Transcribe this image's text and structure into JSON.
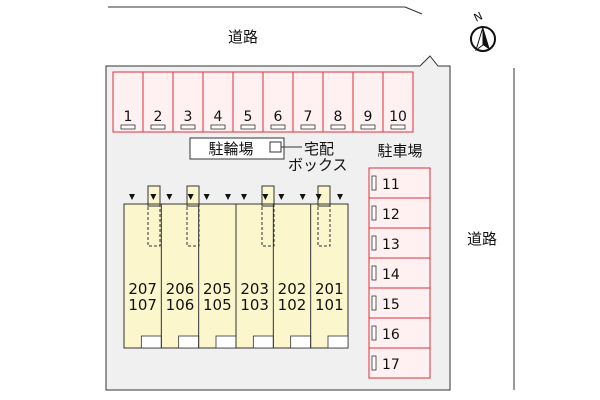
{
  "roads": {
    "top_label": "道路",
    "right_label": "道路"
  },
  "compass": {
    "label": "N",
    "icon": "north-arrow-icon"
  },
  "top_parking": {
    "spaces": [
      "1",
      "2",
      "3",
      "4",
      "5",
      "6",
      "7",
      "8",
      "9",
      "10"
    ]
  },
  "bicycle_parking": {
    "label": "駐輪場"
  },
  "delivery_box": {
    "line1": "宅配",
    "line2": "ボックス"
  },
  "car_parking": {
    "label": "駐車場",
    "spaces": [
      "11",
      "12",
      "13",
      "14",
      "15",
      "16",
      "17"
    ]
  },
  "building": {
    "units": [
      {
        "upper": "207",
        "lower": "107"
      },
      {
        "upper": "206",
        "lower": "106"
      },
      {
        "upper": "205",
        "lower": "105"
      },
      {
        "upper": "203",
        "lower": "103"
      },
      {
        "upper": "202",
        "lower": "102"
      },
      {
        "upper": "201",
        "lower": "101"
      }
    ]
  },
  "colors": {
    "parking_stroke": "#e0303a",
    "parking_fill": "#fff0f2",
    "building_fill": "#fbf6cc",
    "site_fill": "#f0f0f0"
  }
}
